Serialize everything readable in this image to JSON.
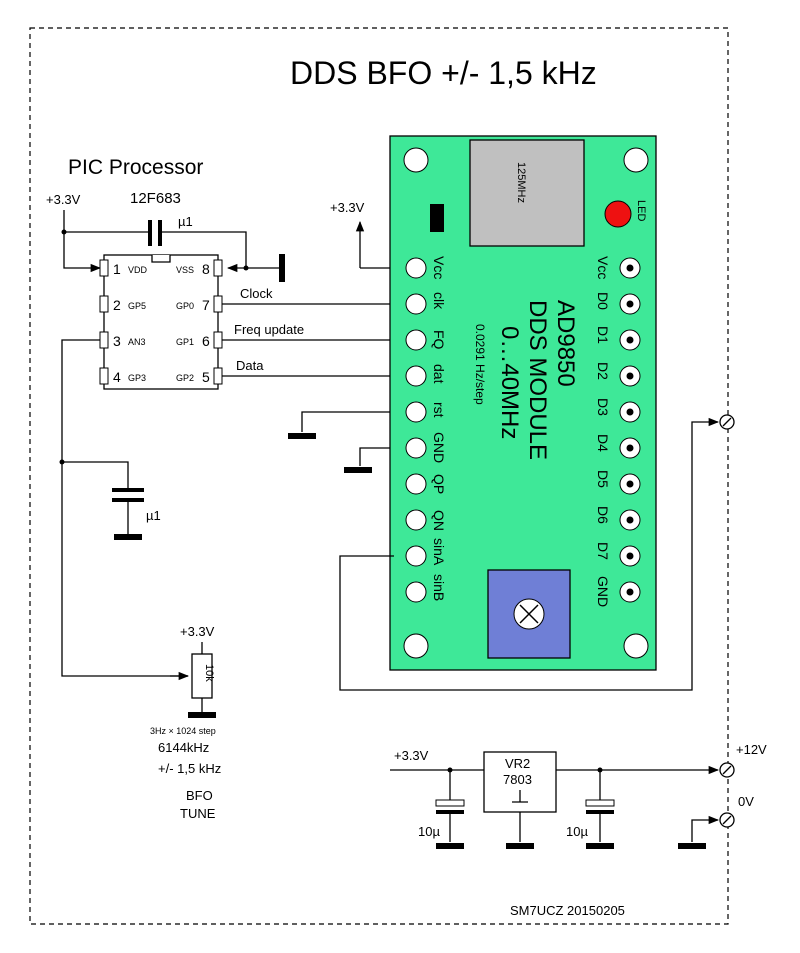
{
  "title": "DDS BFO  +/- 1,5 kHz",
  "author": "SM7UCZ 20150205",
  "pic": {
    "heading": "PIC Processor",
    "part": "12F683",
    "supply": "+3.3V",
    "decoupling": "µ1",
    "pins_left": [
      {
        "num": "1",
        "name": "VDD"
      },
      {
        "num": "2",
        "name": "GP5"
      },
      {
        "num": "3",
        "name": "AN3"
      },
      {
        "num": "4",
        "name": "GP3"
      }
    ],
    "pins_right": [
      {
        "num": "8",
        "name": "VSS"
      },
      {
        "num": "7",
        "name": "GP0"
      },
      {
        "num": "6",
        "name": "GP1"
      },
      {
        "num": "5",
        "name": "GP2"
      }
    ],
    "signals": [
      "Clock",
      "Freq update",
      "Data"
    ],
    "an_cap": "µ1"
  },
  "pot": {
    "supply": "+3.3V",
    "value": "10k",
    "step_note": "3Hz × 1024 step",
    "center": "6144kHz",
    "range": "+/- 1,5 kHz",
    "label_line1": "BFO",
    "label_line2": "TUNE"
  },
  "module": {
    "supply": "+3.3V",
    "crystal": "125MHz",
    "led": "LED",
    "chip": "AD9850",
    "name": "DDS MODULE",
    "range": "0…40MHz",
    "resolution": "0.0291 Hz/step",
    "left_pins": [
      "Vcc",
      "clk",
      "FQ",
      "dat",
      "rst",
      "GND",
      "QP",
      "QN",
      "sinA",
      "sinB"
    ],
    "right_pins": [
      "Vcc",
      "D0",
      "D1",
      "D2",
      "D3",
      "D4",
      "D5",
      "D6",
      "D7",
      "GND"
    ]
  },
  "regulator": {
    "name": "VR2",
    "part": "7803",
    "out": "+3.3V",
    "in": "+12V",
    "gnd": "0V",
    "cap_left": "10µ",
    "cap_right": "10µ"
  },
  "colors": {
    "board": "#3ee898",
    "pot_body": "#6f7fd6",
    "crystal": "#c0c0c0",
    "led": "#ee1111"
  }
}
